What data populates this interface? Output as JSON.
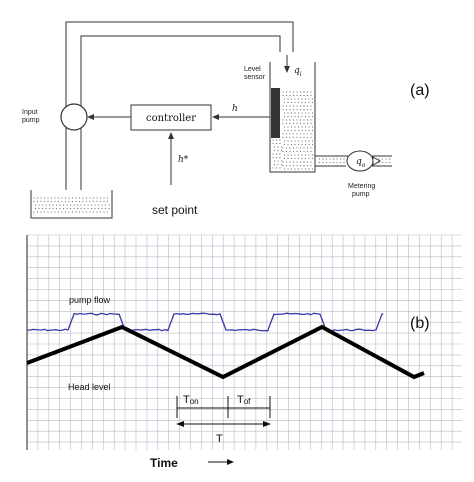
{
  "panel_a": {
    "label": "(a)",
    "input_pump_label_1": "Input",
    "input_pump_label_2": "pump",
    "controller_label": "controller",
    "h_label": "h",
    "h_star_label": "h*",
    "set_point_label": "set point",
    "level_sensor_label_1": "Level",
    "level_sensor_label_2": "sensor",
    "q_in_label": "q",
    "q_in_sub": "i",
    "q_out_label": "q",
    "q_out_sub": "o",
    "metering_pump_label_1": "Metering",
    "metering_pump_label_2": "pump"
  },
  "panel_b": {
    "label": "(b)",
    "pump_flow_label": "pump flow",
    "head_level_label": "Head level",
    "t_on_main": "T",
    "t_on_sub": "on",
    "t_off_main": "T",
    "t_off_sub": "of",
    "period_label": "T",
    "time_label": "Time"
  },
  "colors": {
    "grid": "#b9b9c9",
    "pump_flow": "#3a3aa8",
    "head_level": "#000000",
    "fluid_dots": "#777777"
  }
}
